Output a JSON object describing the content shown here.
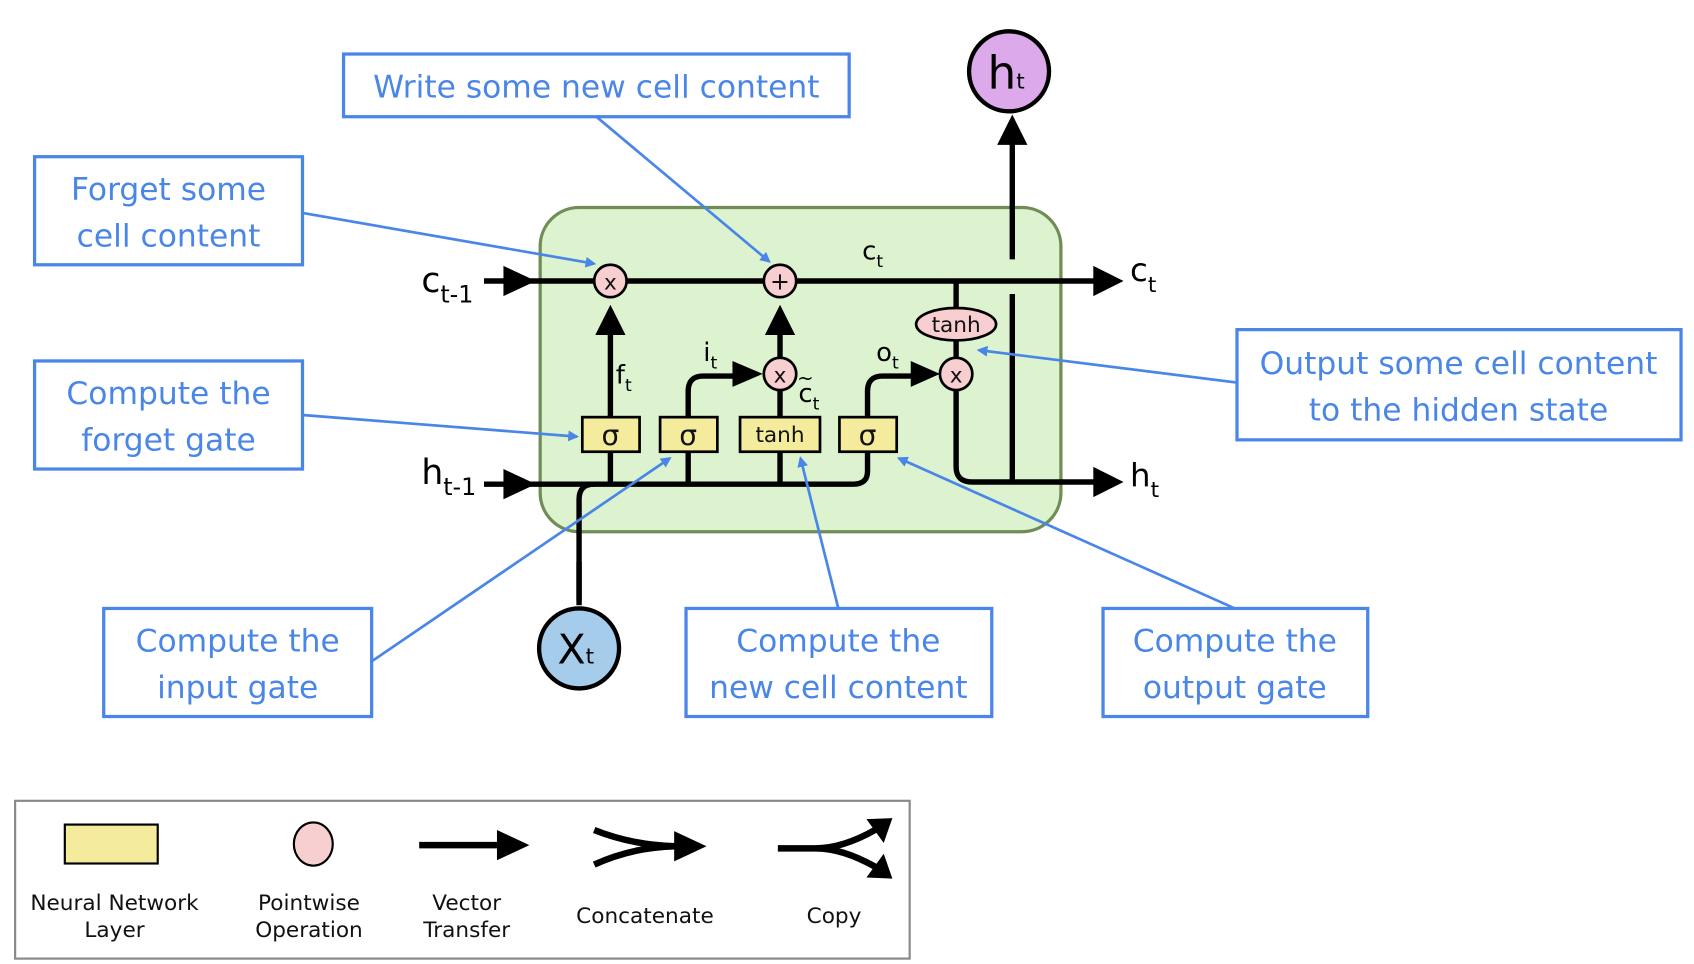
{
  "colors": {
    "annotation_blue": "#4a86e8",
    "cell_fill": "#ddf3cf",
    "cell_border": "#6f8d55",
    "layer_fill": "#f4ec9c",
    "pointwise_fill": "#f7cfd0",
    "output_fill": "#dcaaea",
    "input_fill": "#a6ccec"
  },
  "annotations": {
    "write": "Write some new cell content",
    "forget_content": [
      "Forget some",
      "cell content"
    ],
    "forget_gate": [
      "Compute the",
      "forget gate"
    ],
    "output_content": [
      "Output some cell content",
      "to the hidden state"
    ],
    "input_gate": [
      "Compute the",
      "input gate"
    ],
    "new_cell": [
      "Compute the",
      "new cell content"
    ],
    "output_gate": [
      "Compute the",
      "output gate"
    ]
  },
  "labels": {
    "c_prev": "c",
    "c_prev_sub": "t-1",
    "h_prev": "h",
    "h_prev_sub": "t-1",
    "c_out": "c",
    "c_out_sub": "t",
    "h_out": "h",
    "h_out_sub": "t",
    "c_inner": "c",
    "c_inner_sub": "t",
    "f": "f",
    "f_sub": "t",
    "i": "i",
    "i_sub": "t",
    "o": "o",
    "o_sub": "t",
    "ctilde": "c",
    "ctilde_sub": "t",
    "tilde": "~",
    "h_node": "h",
    "h_node_sub": "t",
    "x_node": "X",
    "x_node_sub": "t"
  },
  "layers": {
    "sigma1": "σ",
    "sigma2": "σ",
    "tanh": "tanh",
    "sigma3": "σ"
  },
  "ops": {
    "forget_mult": "x",
    "add": "+",
    "input_mult": "x",
    "output_mult": "x",
    "output_tanh": "tanh"
  },
  "legend": {
    "items": [
      {
        "line1": "Neural Network",
        "line2": "Layer"
      },
      {
        "line1": "Pointwise",
        "line2": "Operation"
      },
      {
        "line1": "Vector",
        "line2": "Transfer"
      },
      {
        "line1": "Concatenate",
        "line2": ""
      },
      {
        "line1": "Copy",
        "line2": ""
      }
    ]
  }
}
